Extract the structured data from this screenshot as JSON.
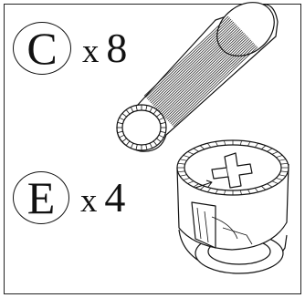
{
  "parts": [
    {
      "letter": "C",
      "times": "x",
      "count": "8",
      "illustration": "dowel-pin"
    },
    {
      "letter": "E",
      "times": "x",
      "count": "4",
      "illustration": "cam-lock-fitting"
    }
  ],
  "colors": {
    "line": "#111111",
    "background": "#ffffff"
  }
}
